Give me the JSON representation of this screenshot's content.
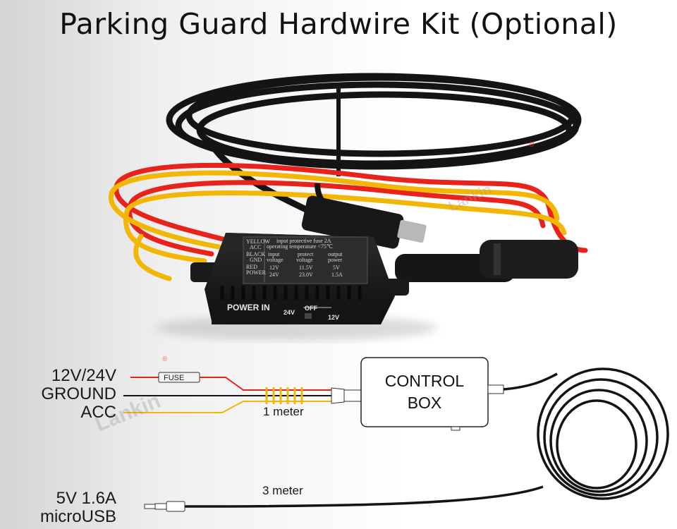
{
  "title": "Parking Guard Hardwire Kit (Optional)",
  "watermark": "Lankin",
  "registered_mark": "®",
  "module": {
    "wire_labels": [
      "YELLOW",
      "ACC",
      "BLACK",
      "GND",
      "RED",
      "POWER"
    ],
    "fuse_note": "input protective fuse 2A",
    "temp_note": "operating temperature <75℃",
    "col_input": [
      "input",
      "voltage"
    ],
    "col_protect": [
      "protect",
      "voltage"
    ],
    "col_output": [
      "output",
      "power"
    ],
    "row1": [
      "12V",
      "11.5V",
      "5V"
    ],
    "row2": [
      "24V",
      "23.0V",
      "1.5A"
    ],
    "power_in": "POWER IN",
    "switch_left": "24V",
    "switch_mid": "OFF",
    "switch_right": "12V"
  },
  "diagram": {
    "inputs": [
      "12V/24V",
      "GROUND",
      "ACC"
    ],
    "fuse": "FUSE",
    "input_length": "1 meter",
    "control_box": [
      "CONTROL",
      "BOX"
    ],
    "output_length": "3 meter",
    "output_spec": [
      "5V 1.6A",
      "microUSB"
    ]
  },
  "colors": {
    "red_wire": "#e8231c",
    "yellow_wire": "#f2b705",
    "black_wire": "#141414",
    "module_body": "#1b1b1b"
  }
}
